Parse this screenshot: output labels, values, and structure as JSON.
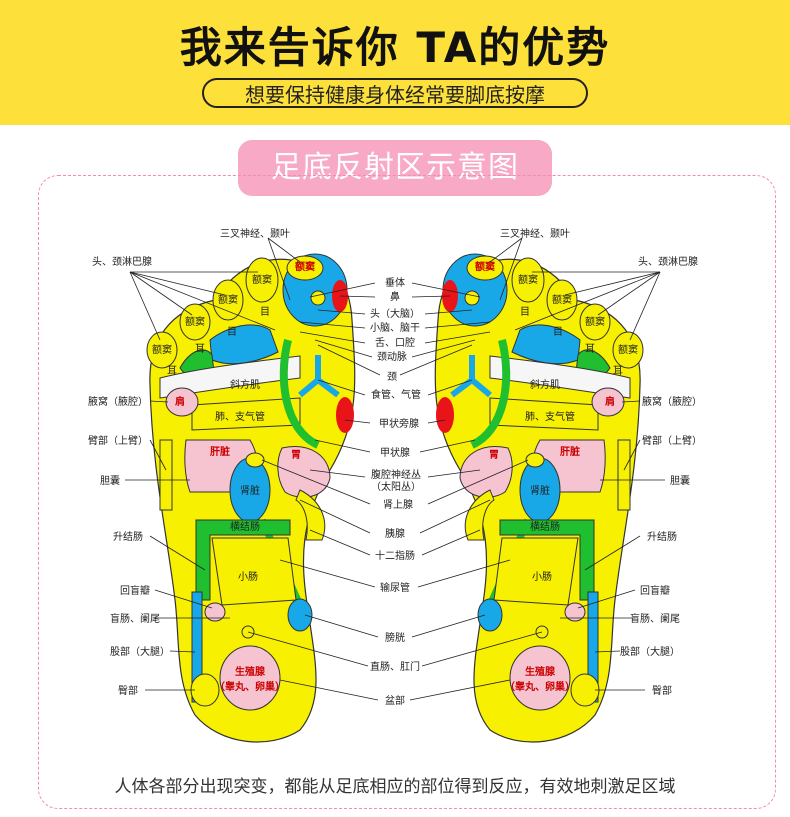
{
  "header": {
    "title": "我来告诉你 TA的优势",
    "subtitle": "想要保持健康身体经常要脚底按摩"
  },
  "section_title": "足底反射区示意图",
  "labels": {
    "sanchashenjing": "三叉神经、颞叶",
    "tou_jinglinba": "头、颈淋巴腺",
    "chuiti": "垂体",
    "bi": "鼻",
    "tou_danao": "头（大脑）",
    "xiaonao_naogan": "小脑、脑干",
    "she_kouqiang": "舌、口腔",
    "jingdongmai": "颈动脉",
    "jing": "颈",
    "shiguan_qiguan": "食管、气管",
    "jiazhuangpangxian": "甲状旁腺",
    "jiazhuangxian": "甲状腺",
    "fuqiang": "腹腔神经丛",
    "taiyangcong": "（太阳丛）",
    "shenshangxian": "肾上腺",
    "yixian": "胰腺",
    "shierzhichang": "十二指肠",
    "shuniaoguan": "输尿管",
    "pangguang": "膀胱",
    "zhichang_gangmen": "直肠、肛门",
    "penbu": "盆部",
    "yewo": "腋窝（腋腔）",
    "bibu": "臂部（上臂）",
    "dannang": "胆囊",
    "shengjiechang": "升结肠",
    "huimangban": "回盲瓣",
    "mangchang_lanwei": "盲肠、阑尾",
    "gubu": "股部（大腿）",
    "tunbu": "臀部"
  },
  "foot_zones": {
    "eдou": "额窦",
    "mu": "目",
    "er": "耳",
    "xiefangji": "斜方肌",
    "jian": "肩",
    "fei_zhiqiguan": "肺、支气管",
    "ganzang": "肝脏",
    "wei": "胃",
    "shenzang": "肾脏",
    "hengjiechang": "横结肠",
    "xiaochang": "小肠",
    "shengzhixian_1": "生殖腺",
    "shengzhixian_2": "（睾丸、卵巢）"
  },
  "caption": "人体各部分出现突变，都能从足底相应的部位得到反应，有效地刺激足区域",
  "colors": {
    "banner": "#fde03a",
    "pill": "#f7a9c5",
    "frame": "#f08cb0",
    "yellow": "#f7f000",
    "blue": "#18a8e8",
    "green": "#1fbf2f",
    "pink": "#f6c3d0",
    "red": "#e8141a"
  }
}
